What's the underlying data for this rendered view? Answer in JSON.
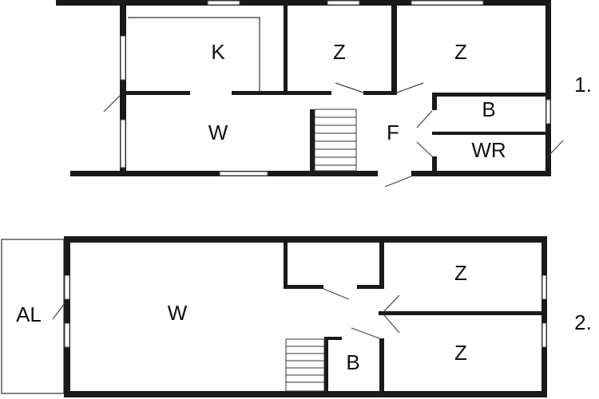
{
  "floor1": {
    "label": "1.",
    "rooms": {
      "kitchen": "K",
      "room1": "Z",
      "room2": "Z",
      "living": "W",
      "hall": "F",
      "bath": "B",
      "wc": "WR"
    }
  },
  "floor2": {
    "label": "2.",
    "rooms": {
      "balcony": "AL",
      "living": "W",
      "room1": "Z",
      "room2": "Z",
      "bath": "B"
    }
  }
}
